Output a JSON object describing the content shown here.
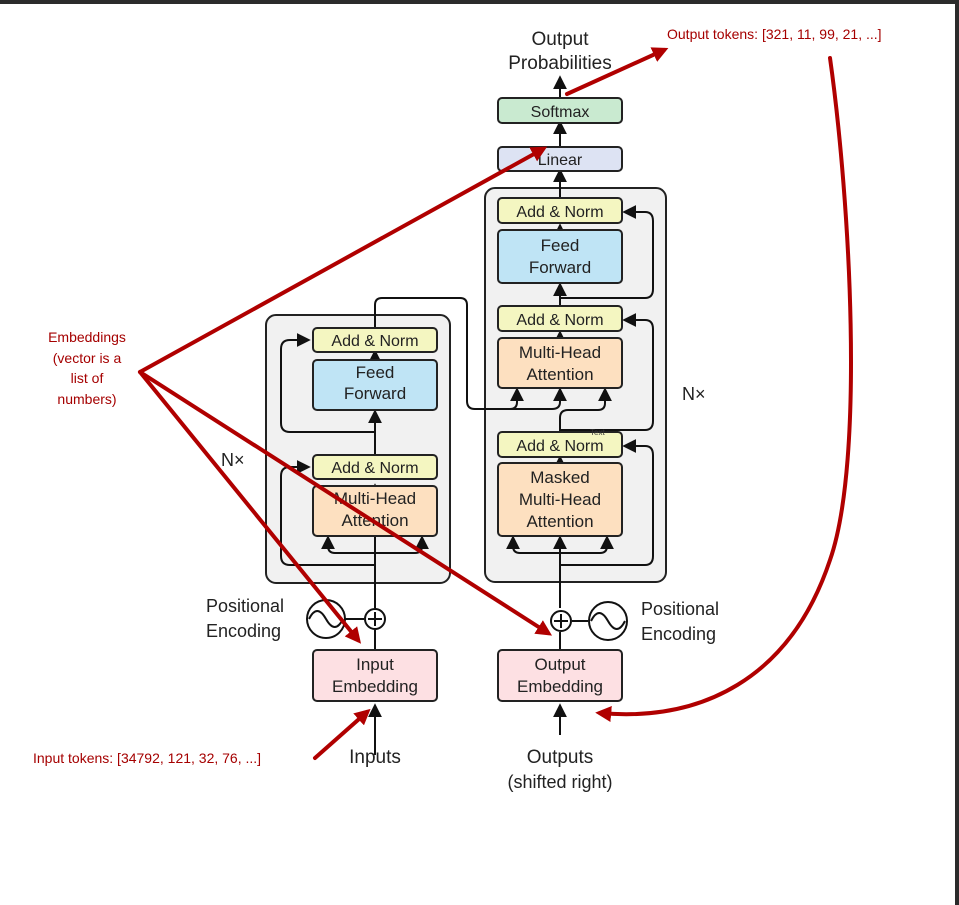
{
  "diagram": {
    "output_probabilities": [
      "Output",
      "Probabilities"
    ],
    "softmax": "Softmax",
    "linear": "Linear",
    "nx": "N×",
    "encoder": {
      "add_norm": "Add & Norm",
      "feed_forward": [
        "Feed",
        "Forward"
      ],
      "attention": [
        "Multi-Head",
        "Attention"
      ],
      "input_embedding": [
        "Input",
        "Embedding"
      ],
      "positional_encoding": [
        "Positional",
        "Encoding"
      ],
      "inputs": "Inputs"
    },
    "decoder": {
      "add_norm": "Add & Norm",
      "feed_forward": [
        "Feed",
        "Forward"
      ],
      "attention": [
        "Multi-Head",
        "Attention"
      ],
      "masked_attention": [
        "Masked",
        "Multi-Head",
        "Attention"
      ],
      "output_embedding": [
        "Output",
        "Embedding"
      ],
      "positional_encoding": [
        "Positional",
        "Encoding"
      ],
      "outputs": [
        "Outputs",
        "(shifted right)"
      ]
    },
    "tiny_text": "Text"
  },
  "annotations": {
    "output_tokens": "Output tokens: [321, 11, 99, 21, ...]",
    "input_tokens": "Input tokens: [34792, 121, 32, 76, ...]",
    "embeddings": [
      "Embeddings",
      "(vector is a",
      "list of",
      "numbers)"
    ]
  },
  "colors": {
    "annotation_red": "#a50000",
    "add_norm": "#f4f6c1",
    "feed_forward": "#bfe4f5",
    "attention": "#fde0c0",
    "embedding": "#fde0e3",
    "softmax": "#c9ead0",
    "linear": "#dde3f3",
    "layer_box": "#f1f1f1"
  }
}
